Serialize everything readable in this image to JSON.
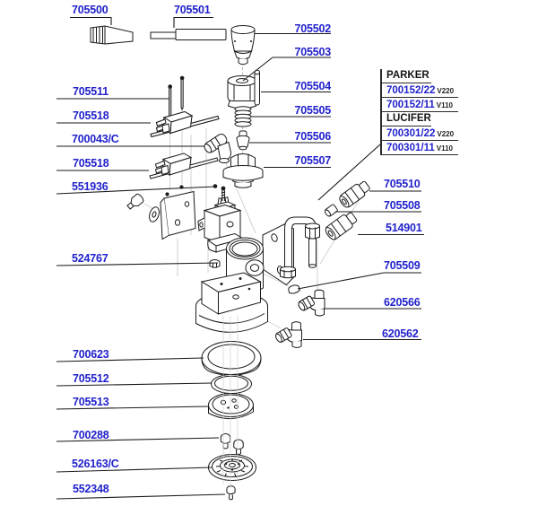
{
  "diagram": {
    "title_hint": "espresso group exploded parts diagram",
    "colors": {
      "link_blue": "#2222cc",
      "line": "#1a1a1a",
      "background": "#ffffff"
    },
    "labels": [
      {
        "part": "705500"
      },
      {
        "part": "705501"
      },
      {
        "part": "705502"
      },
      {
        "part": "705503"
      },
      {
        "part": "705504"
      },
      {
        "part": "705505"
      },
      {
        "part": "705506"
      },
      {
        "part": "705507"
      },
      {
        "part": "705511"
      },
      {
        "part": "705518"
      },
      {
        "part": "700043/C"
      },
      {
        "part": "705518"
      },
      {
        "part": "551936"
      },
      {
        "part": "524767"
      },
      {
        "part": "705510"
      },
      {
        "part": "705508"
      },
      {
        "part": "514901"
      },
      {
        "part": "705509"
      },
      {
        "part": "620566"
      },
      {
        "part": "620562"
      },
      {
        "part": "700623"
      },
      {
        "part": "705512"
      },
      {
        "part": "705513"
      },
      {
        "part": "700288"
      },
      {
        "part": "526163/C"
      },
      {
        "part": "552348"
      }
    ],
    "selector_box": {
      "brands": [
        {
          "name": "PARKER",
          "options": [
            {
              "part": "700152/22",
              "voltage": "V220"
            },
            {
              "part": "700152/11",
              "voltage": "V110"
            }
          ]
        },
        {
          "name": "LUCIFER",
          "options": [
            {
              "part": "700301/22",
              "voltage": "V220"
            },
            {
              "part": "700301/11",
              "voltage": "V110"
            }
          ]
        }
      ]
    }
  }
}
